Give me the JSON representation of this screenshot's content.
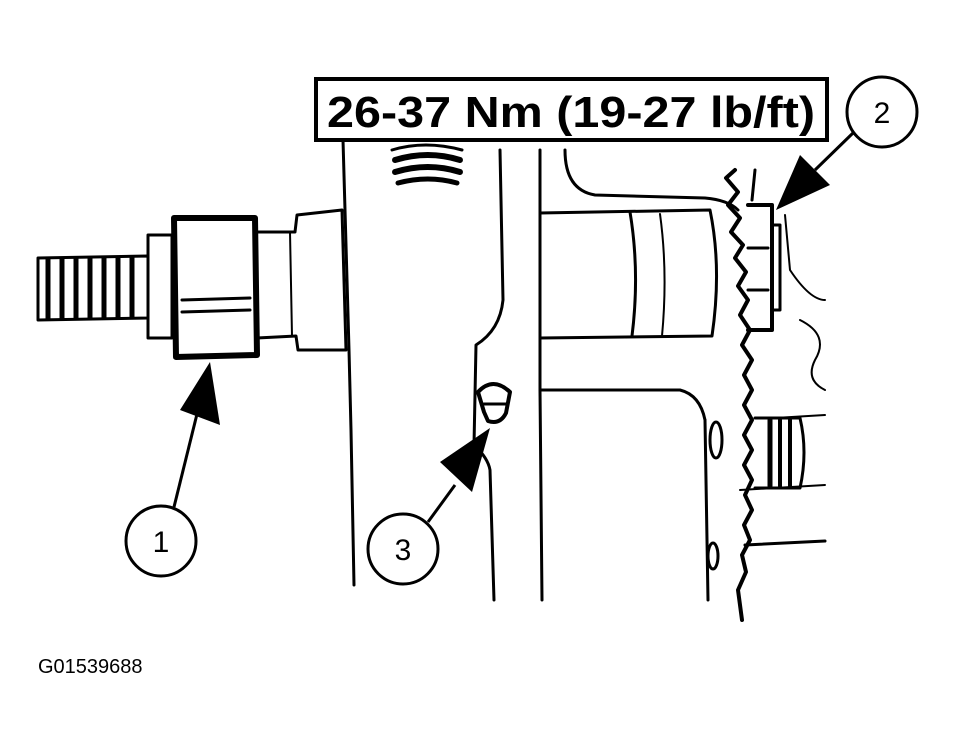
{
  "torque_spec": "26-37 Nm (19-27 lb/ft)",
  "callouts": [
    {
      "label": "1"
    },
    {
      "label": "2"
    },
    {
      "label": "3"
    }
  ],
  "figure_id": "G01539688",
  "colors": {
    "ink": "#000000",
    "paper": "#ffffff"
  }
}
